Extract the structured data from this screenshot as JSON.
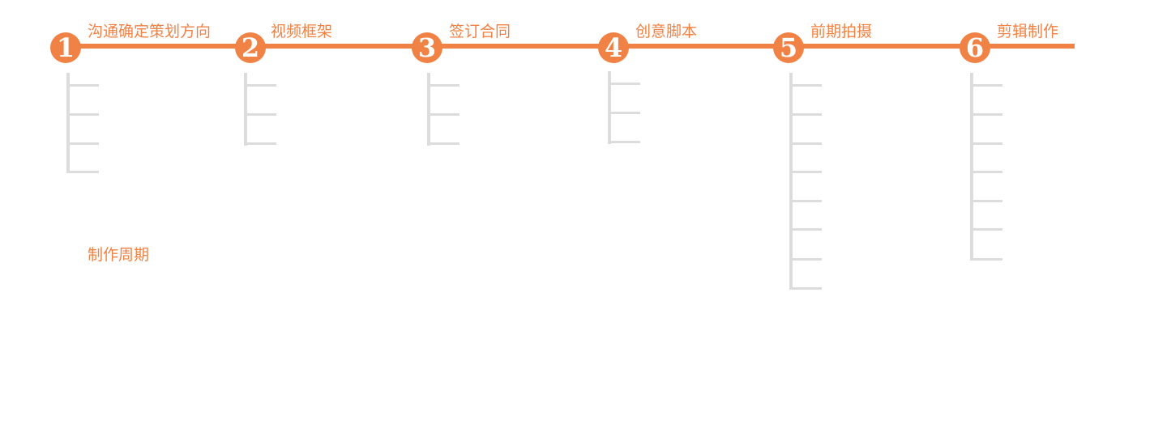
{
  "timeline": {
    "color": "#F08245",
    "branch_color": "#DCDCDC",
    "steps": [
      {
        "number": "1",
        "label": "沟通确定策划方向",
        "branches": 4
      },
      {
        "number": "2",
        "label": "视频框架",
        "branches": 3
      },
      {
        "number": "3",
        "label": "签订合同",
        "branches": 3
      },
      {
        "number": "4",
        "label": "创意脚本",
        "branches": 3
      },
      {
        "number": "5",
        "label": "前期拍摄",
        "branches": 8
      },
      {
        "number": "6",
        "label": "剪辑制作",
        "branches": 7
      }
    ]
  },
  "cycle_label": "制作周期"
}
